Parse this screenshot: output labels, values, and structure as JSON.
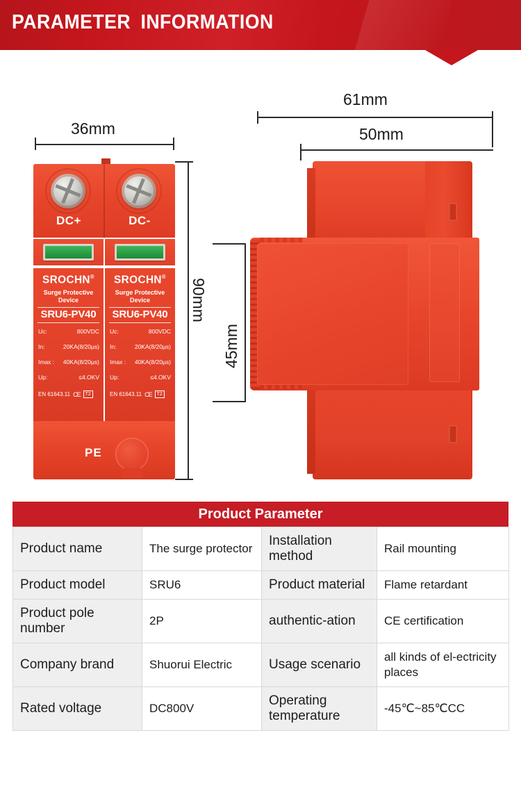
{
  "banner": {
    "title": "PARAMETER  INFORMATION",
    "color": "#c4161c"
  },
  "dimensions": {
    "front_width": "36mm",
    "front_height": "90mm",
    "side_width_outer": "61mm",
    "side_width_inner": "50mm",
    "side_height": "45mm"
  },
  "device": {
    "terminal_left": "DC+",
    "terminal_right": "DC-",
    "ground_label": "PE",
    "brand": "SROCHN",
    "brand_reg": "®",
    "subtitle_line1": "Surge Protective",
    "subtitle_line2": "Device",
    "model": "SRU6-PV40",
    "specs": [
      {
        "key": "Uc:",
        "value": "800VDC"
      },
      {
        "key": "In:",
        "value": "20KA(8/20µs)"
      },
      {
        "key": "Imax  :",
        "value": "40KA(8/20µs)"
      },
      {
        "key": "Up:",
        "value": "≤4.OKV"
      }
    ],
    "standard": "EN 61643.11",
    "ce_mark": "CE",
    "type_mark": "T2",
    "body_color": "#e8462b",
    "indicator_color": "#2a9e45"
  },
  "table": {
    "title": "Product Parameter",
    "header_color": "#c61d26",
    "rows": [
      {
        "k1": "Product name",
        "v1": "The surge protector",
        "k2": "Installation method",
        "v2": "Rail mounting"
      },
      {
        "k1": "Product model",
        "v1": "SRU6",
        "k2": "Product material",
        "v2": "Flame retardant"
      },
      {
        "k1": "Product pole number",
        "v1": "2P",
        "k2": "authentic-ation",
        "v2": "CE certification"
      },
      {
        "k1": "Company brand",
        "v1": "Shuorui Electric",
        "k2": "Usage scenario",
        "v2": "all kinds of el-ectricity places"
      },
      {
        "k1": "Rated voltage",
        "v1": "DC800V",
        "k2": "Operating temperature",
        "v2": "-45℃~85℃CC"
      }
    ]
  }
}
